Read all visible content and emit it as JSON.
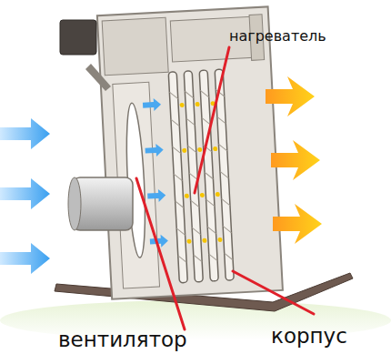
{
  "diagram": {
    "labels": [
      "нагреватель",
      "вентилятор",
      "корпус"
    ]
  }
}
